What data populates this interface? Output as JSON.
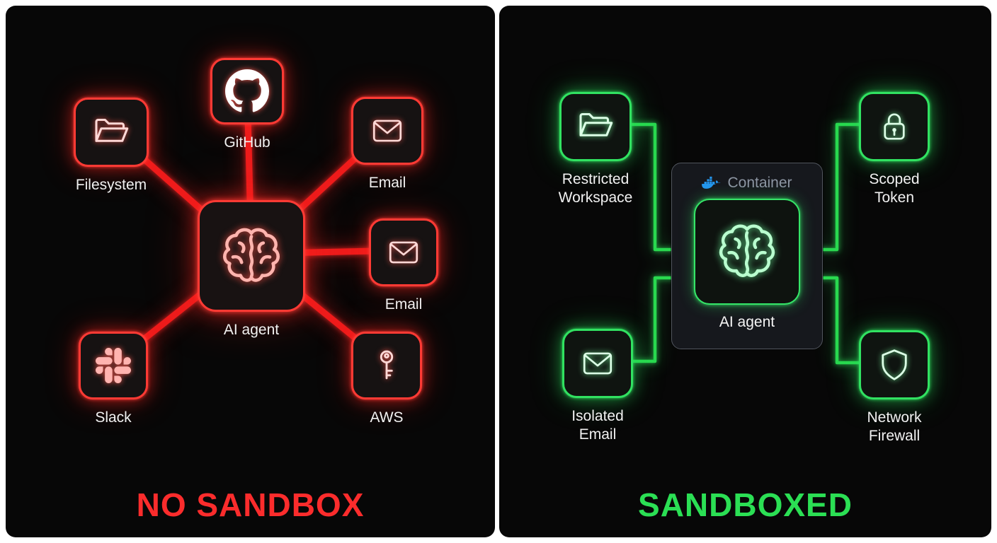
{
  "left": {
    "title": "NO SANDBOX",
    "accent_color": "#ff3b30",
    "agent": {
      "label": "AI agent",
      "icon": "brain-icon"
    },
    "nodes": [
      {
        "label": "Filesystem",
        "icon": "folder-icon"
      },
      {
        "label": "GitHub",
        "icon": "github-icon"
      },
      {
        "label": "Email",
        "icon": "envelope-icon"
      },
      {
        "label": "Email",
        "icon": "envelope-icon"
      },
      {
        "label": "AWS",
        "icon": "key-icon"
      },
      {
        "label": "Slack",
        "icon": "slack-icon"
      }
    ]
  },
  "right": {
    "title": "SANDBOXED",
    "accent_color": "#2bdf54",
    "container": {
      "label": "Container",
      "icon": "docker-icon"
    },
    "agent": {
      "label": "AI agent",
      "icon": "brain-icon"
    },
    "nodes": [
      {
        "label": "Restricted Workspace",
        "icon": "folder-icon"
      },
      {
        "label": "Scoped Token",
        "icon": "lock-icon"
      },
      {
        "label": "Isolated Email",
        "icon": "envelope-icon"
      },
      {
        "label": "Network Firewall",
        "icon": "shield-icon"
      }
    ]
  }
}
